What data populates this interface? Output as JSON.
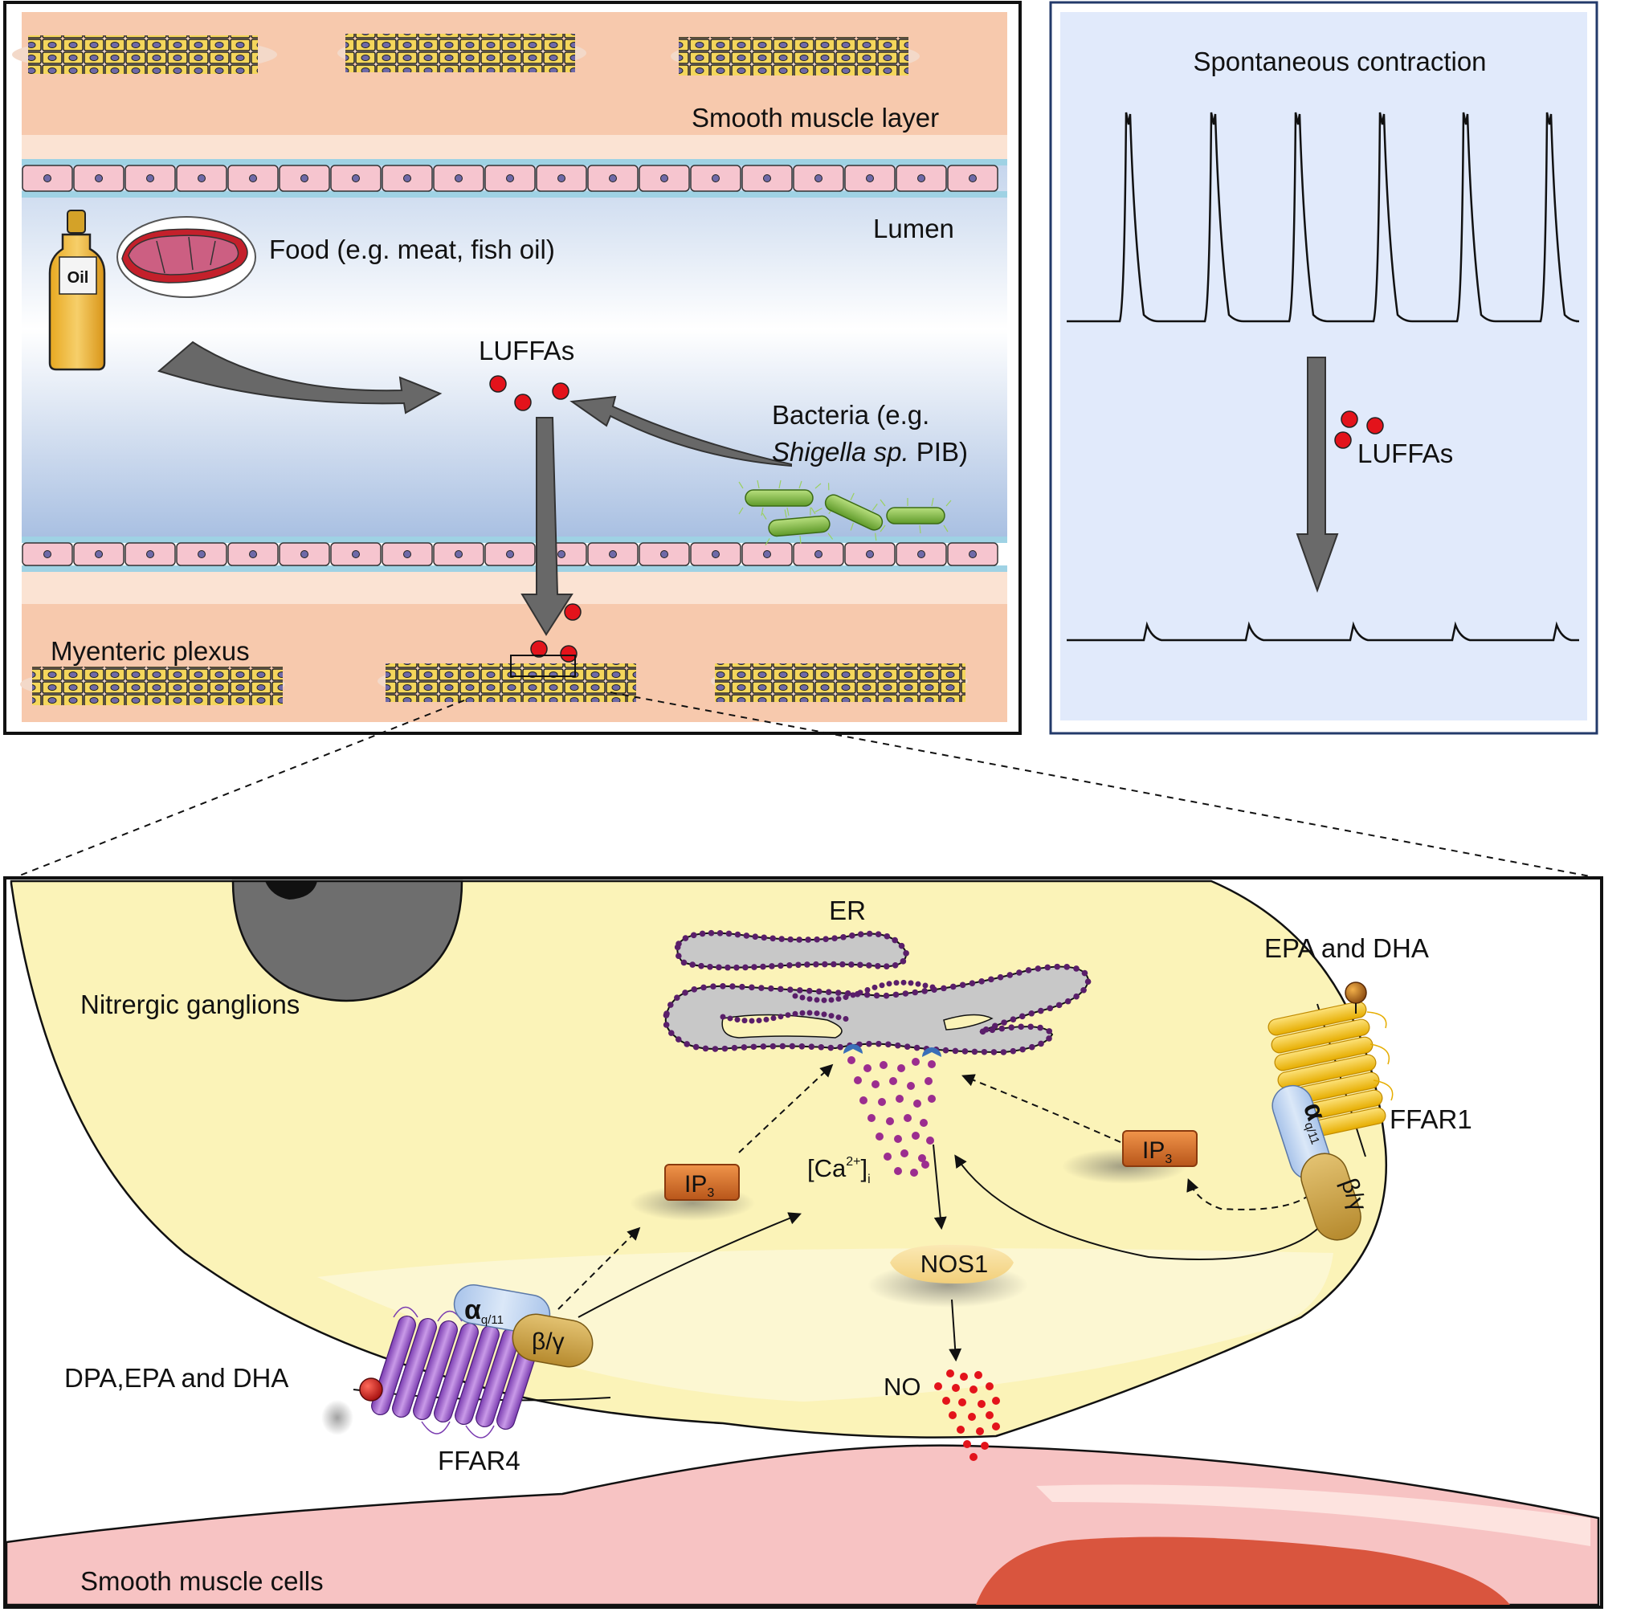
{
  "top_left_panel": {
    "smooth_muscle_layer": "Smooth muscle layer",
    "lumen": "Lumen",
    "food": "Food (e.g. meat, fish oil)",
    "oil_label": "Oil",
    "luffas": "LUFFAs",
    "bacteria_line1": "Bacteria (e.g.",
    "bacteria_species": "Shigella sp.",
    "bacteria_strain": " PIB)",
    "myenteric_plexus": "Myenteric plexus"
  },
  "top_right_panel": {
    "title": "Spontaneous contraction",
    "luffas": "LUFFAs"
  },
  "bottom_panel": {
    "er": "ER",
    "nitrergic_ganglions": "Nitrergic ganglions",
    "epa_dha": "EPA and DHA",
    "ffar1": "FFAR1",
    "ffar4": "FFAR4",
    "ip3_main": "IP",
    "ip3_sub": "3",
    "ca_open": "[Ca",
    "ca_sup": "2+",
    "ca_close": "]",
    "ca_sub": "i",
    "nos1": "NOS1",
    "no": "NO",
    "dpa_epa_dha": "DPA,EPA and DHA",
    "alpha": "α",
    "alpha_sub": "q/11",
    "beta_gamma": "β/γ",
    "smooth_muscle_cells": "Smooth muscle cells"
  },
  "colors": {
    "muscle_layer": "#f7c9ad",
    "lumen_blue": "#c9d9ef",
    "epithelial_cell": "#f6c5cf",
    "ganglion_cell": "#f4d65c",
    "cytoplasm": "#fbf3b8",
    "luffa_dot": "#e3131b",
    "er_gray": "#c8c8c8",
    "er_dots": "#5a1e6a",
    "ca_dots": "#9b2d8f",
    "ffar4": "#9a56c8",
    "ffar1": "#f5c518",
    "ip3": "#d9712a",
    "alpha_blue": "#bcd3ee",
    "beta_gold": "#c9a546",
    "smooth_muscle_cells": "#f7c3c3",
    "nucleus_red": "#d9553e"
  }
}
